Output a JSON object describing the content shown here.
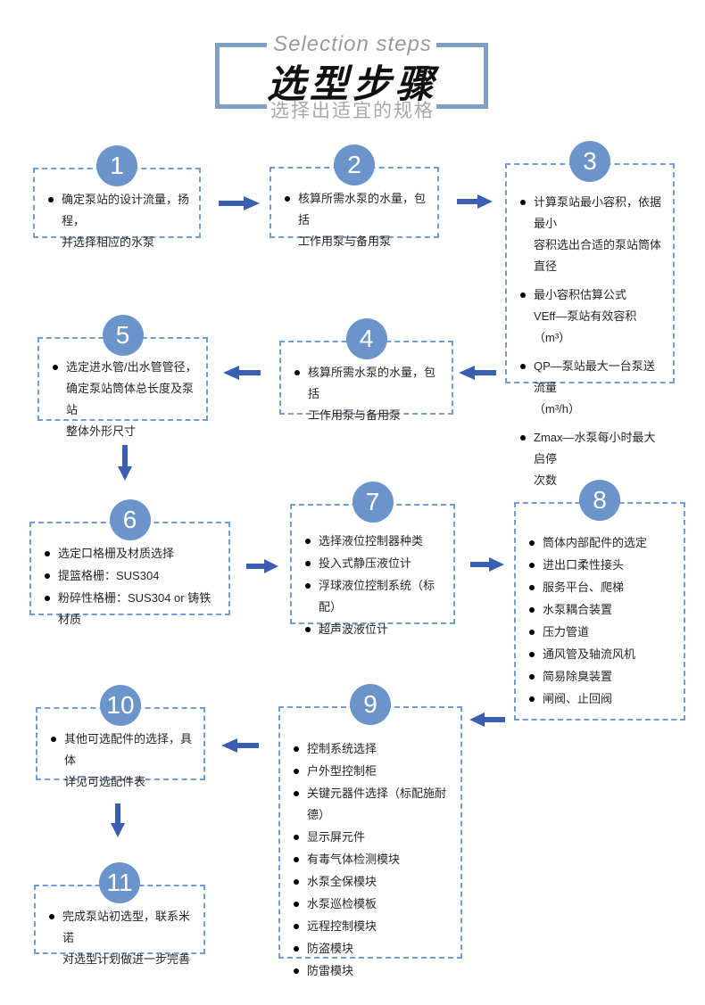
{
  "header": {
    "title_en": "Selection steps",
    "title_zh": "选型步骤",
    "subtitle": "选择出适宜的规格"
  },
  "colors": {
    "circle_blue": "#6b94ca",
    "arrow_blue": "#3a5fb2",
    "border_blue": "#6f9ed6",
    "bracket_blue": "#7f9fc6"
  },
  "steps": [
    {
      "num": "1",
      "bullets": [
        "确定泵站的设计流量，扬程，\n并选择相应的水泵"
      ]
    },
    {
      "num": "2",
      "bullets": [
        "核算所需水泵的水量，包括\n工作用泵与备用泵"
      ]
    },
    {
      "num": "3",
      "bullets": [
        "计算泵站最小容积，依据最小\n容积选出合适的泵站筒体直径",
        "最小容积估算公式\nVEff—泵站有效容积（m³）",
        "QP—泵站最大一台泵送流量\n（m³/h）",
        "Zmax—水泵每小时最大启停\n次数"
      ]
    },
    {
      "num": "4",
      "bullets": [
        "核算所需水泵的水量，包括\n工作用泵与备用泵"
      ]
    },
    {
      "num": "5",
      "bullets": [
        "选定进水管/出水管管径，\n确定泵站筒体总长度及泵站\n整体外形尺寸"
      ]
    },
    {
      "num": "6",
      "bullets": [
        "选定口格栅及材质选择",
        "提篮格栅：SUS304",
        "粉碎性格栅：SUS304 or 铸铁材质"
      ]
    },
    {
      "num": "7",
      "bullets": [
        "选择液位控制器种类",
        "投入式静压液位计",
        "浮球液位控制系统（标配）",
        "超声波液位计"
      ]
    },
    {
      "num": "8",
      "bullets": [
        "筒体内部配件的选定",
        "进出口柔性接头",
        "服务平台、爬梯",
        "水泵耦合装置",
        "压力管道",
        "通风管及轴流风机",
        "简易除臭装置",
        "闸阀、止回阀"
      ]
    },
    {
      "num": "9",
      "bullets": [
        "控制系统选择",
        "户外型控制柜",
        "关键元器件选择（标配施耐德）",
        "显示屏元件",
        "有毒气体检测模块",
        "水泵全保模块",
        "水泵巡检模板",
        "远程控制模块",
        "防盗模块",
        "防雷模块"
      ]
    },
    {
      "num": "10",
      "bullets": [
        "其他可选配件的选择，具体\n详见可选配件表"
      ]
    },
    {
      "num": "11",
      "bullets": [
        "完成泵站初选型，联系米诺\n对选型计划做进一步完善"
      ]
    }
  ]
}
